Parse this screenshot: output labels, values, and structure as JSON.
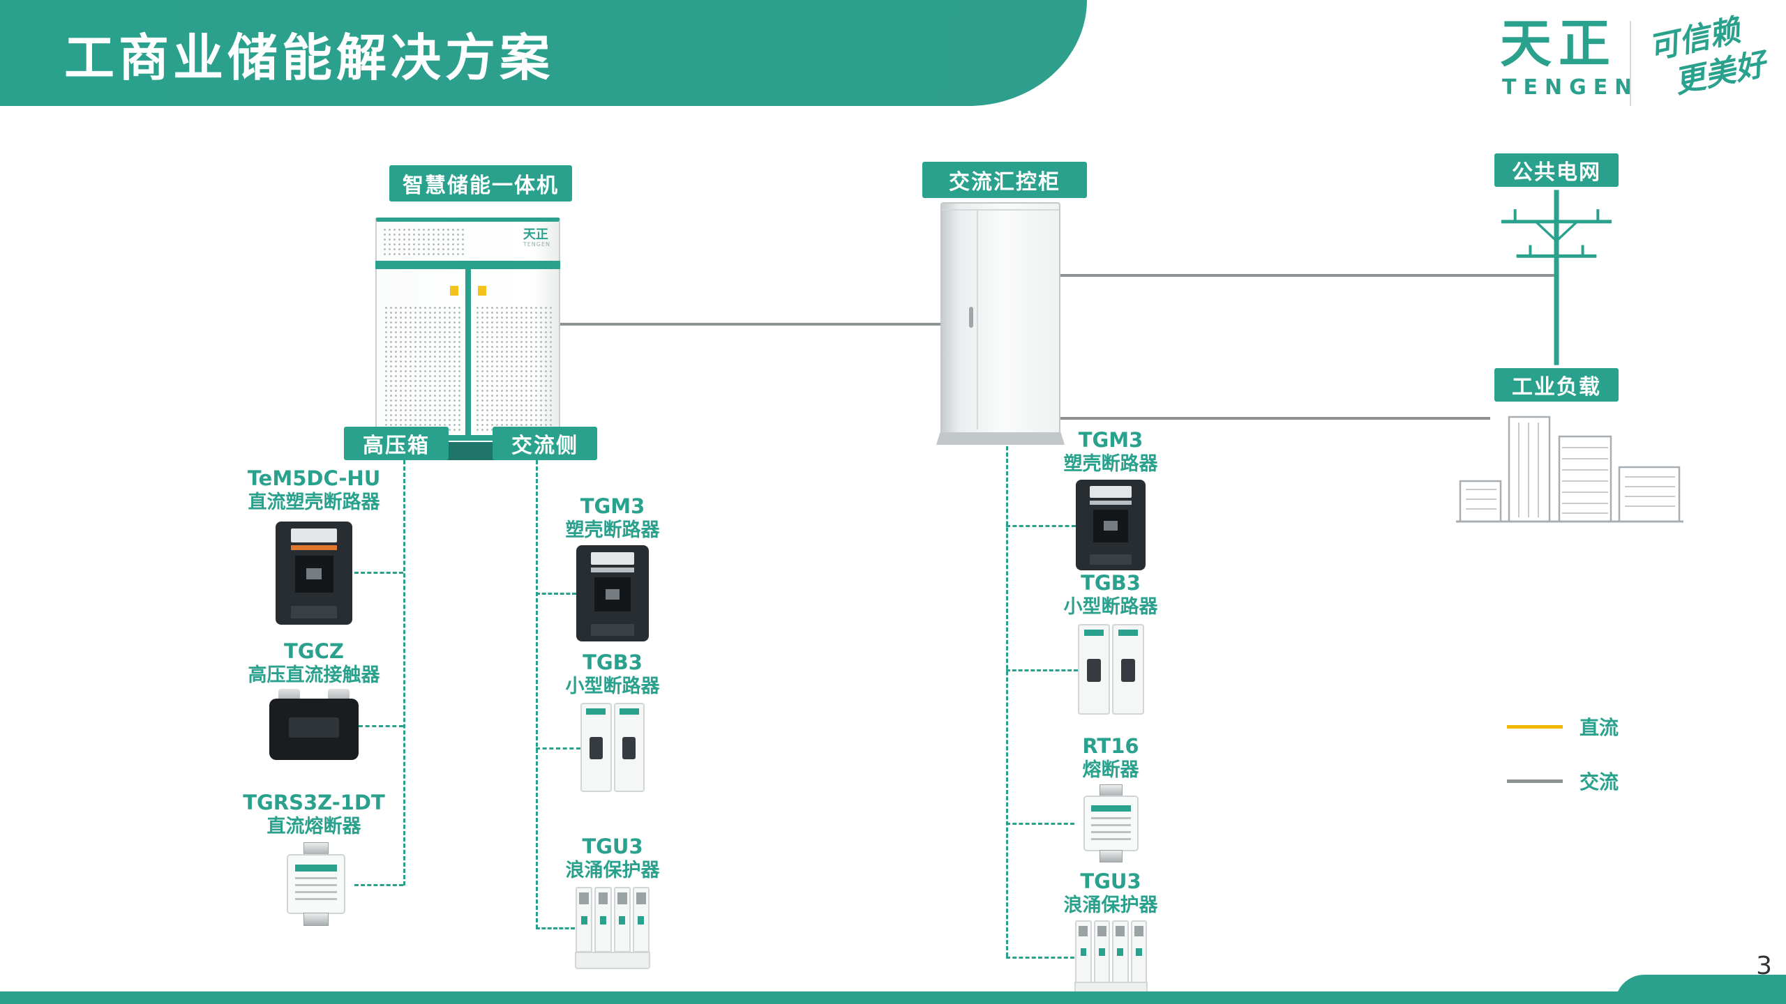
{
  "page": {
    "title": "工商业储能解决方案",
    "page_number": "3"
  },
  "logo": {
    "brand_cn": "天正",
    "brand_en": "TENGEN",
    "slogan": [
      "可信赖",
      "更美好"
    ]
  },
  "colors": {
    "brand_green": "#2aa18d",
    "dc_yellow": "#f5b800",
    "ac_gray": "#8d9294"
  },
  "diagram": {
    "storage_unit": {
      "label": "智慧储能一体机",
      "device_text": "天正",
      "device_subtext": "TENGEN"
    },
    "hv_box": {
      "label": "高压箱",
      "products": [
        {
          "name": "TeM5DC-HU",
          "desc": "直流塑壳断路器"
        },
        {
          "name": "TGCZ",
          "desc": "高压直流接触器"
        },
        {
          "name": "TGRS3Z-1DT",
          "desc": "直流熔断器"
        }
      ]
    },
    "ac_side": {
      "label": "交流侧",
      "products": [
        {
          "name": "TGM3",
          "desc": "塑壳断路器"
        },
        {
          "name": "TGB3",
          "desc": "小型断路器"
        },
        {
          "name": "TGU3",
          "desc": "浪涌保护器"
        }
      ]
    },
    "ac_cabinet": {
      "label": "交流汇控柜",
      "products": [
        {
          "name": "TGM3",
          "desc": "塑壳断路器"
        },
        {
          "name": "TGB3",
          "desc": "小型断路器"
        },
        {
          "name": "RT16",
          "desc": "熔断器"
        },
        {
          "name": "TGU3",
          "desc": "浪涌保护器"
        }
      ]
    },
    "grid": {
      "label": "公共电网"
    },
    "load": {
      "label": "工业负载"
    },
    "legend": [
      {
        "label": "直流",
        "color": "#f5b800"
      },
      {
        "label": "交流",
        "color": "#8d9294"
      }
    ]
  }
}
